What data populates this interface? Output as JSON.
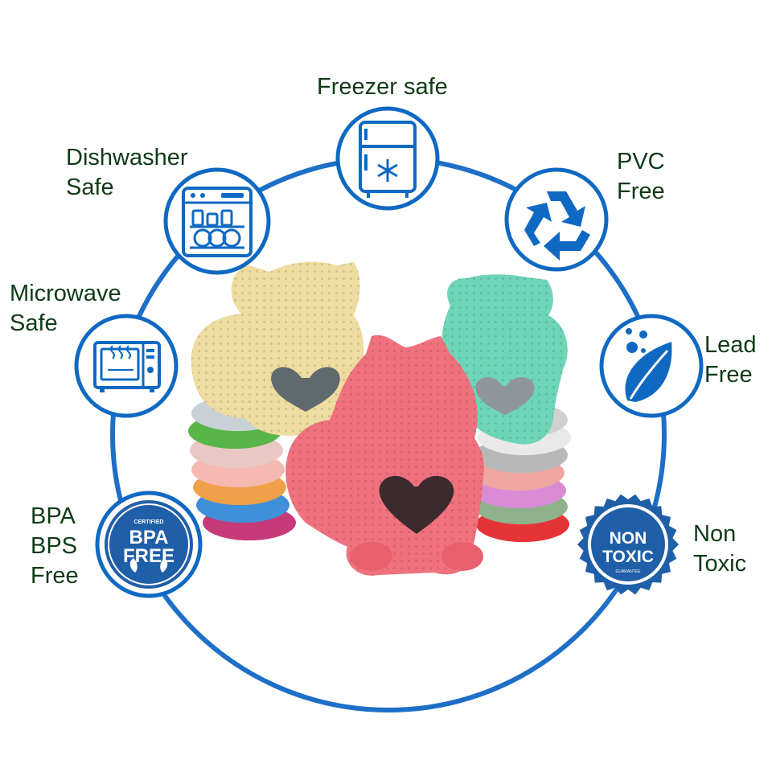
{
  "colors": {
    "ring": "#1d6fc7",
    "icon_blue": "#0f69c2",
    "badge_fill": "#1f5fa8",
    "label_text": "#0e3a16",
    "background": "#ffffff",
    "teether_pink": "#f0727e",
    "teether_yellow": "#eedca0",
    "teether_mint": "#6fd5b8"
  },
  "labels": {
    "freezer": {
      "lines": [
        "Freezer safe"
      ]
    },
    "dishwasher": {
      "lines": [
        "Dishwasher",
        "Safe"
      ]
    },
    "pvc": {
      "lines": [
        "PVC",
        "Free"
      ]
    },
    "microwave": {
      "lines": [
        "Microwave",
        "Safe"
      ]
    },
    "lead": {
      "lines": [
        "Lead",
        "Free"
      ]
    },
    "bpa": {
      "lines": [
        "BPA",
        "BPS",
        "Free"
      ]
    },
    "nontoxic": {
      "lines": [
        "Non",
        "Toxic"
      ]
    }
  },
  "badges": {
    "bpa": {
      "top": "CERTIFIED",
      "line1": "BPA",
      "line2": "FREE"
    },
    "nontoxic": {
      "line1": "NON",
      "line2": "TOXIC",
      "bottom": "GUARANTEE"
    }
  },
  "icons": {
    "freezer": "fridge-snowflake-icon",
    "dishwasher": "dishwasher-icon",
    "pvc": "recycle-icon",
    "microwave": "microwave-icon",
    "lead": "leaf-drop-icon",
    "bpa": "bpa-free-badge-icon",
    "nontoxic": "non-toxic-seal-icon"
  }
}
